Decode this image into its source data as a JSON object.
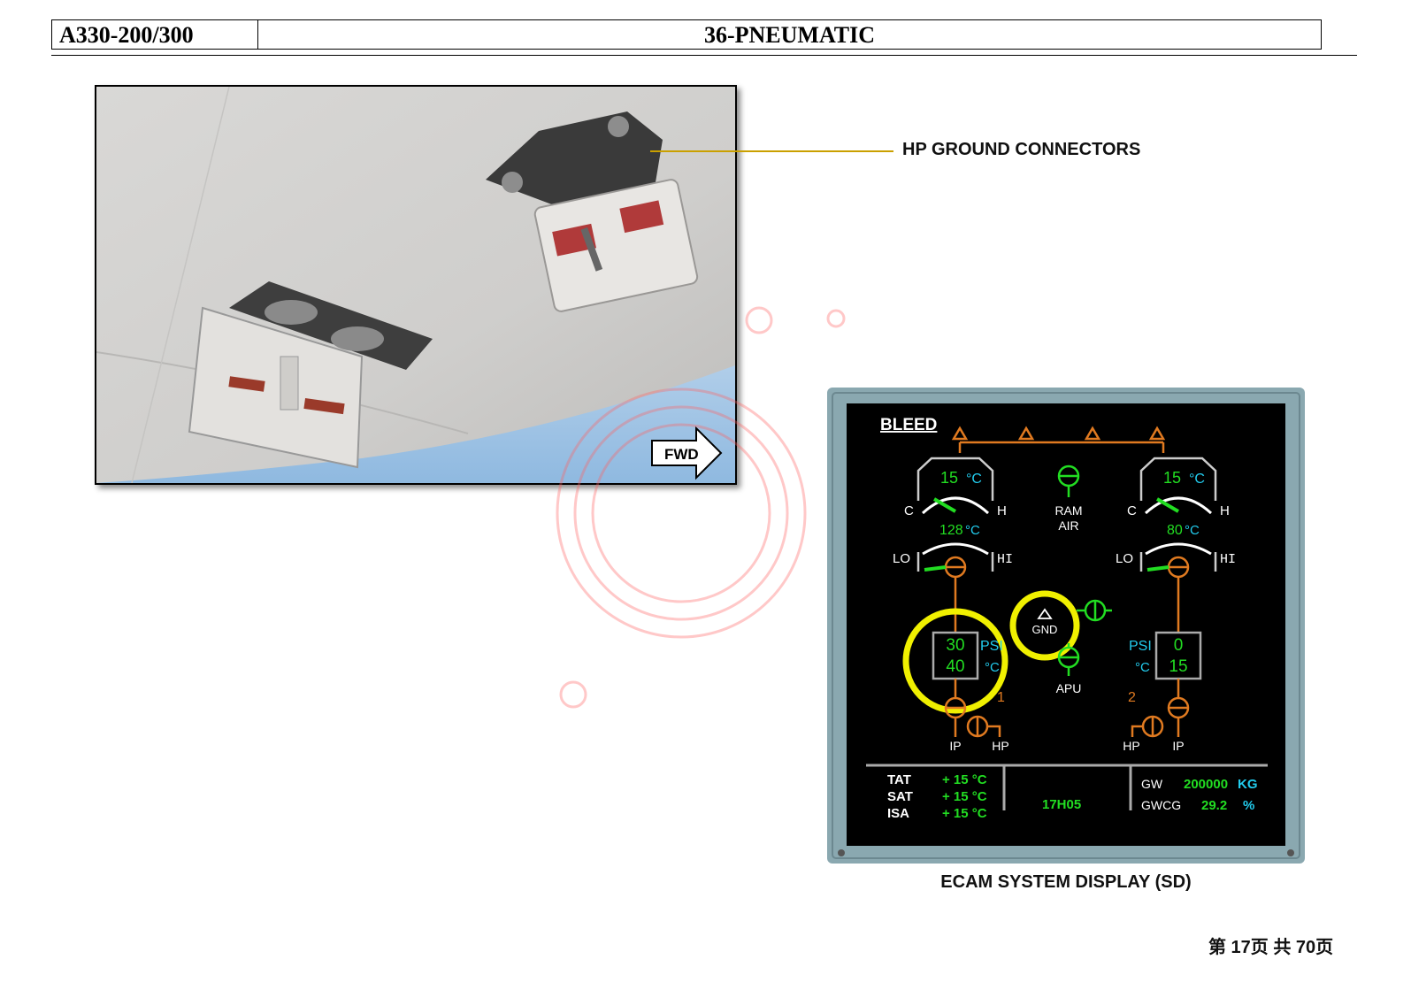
{
  "header": {
    "model": "A330-200/300",
    "chapter": "36-PNEUMATIC"
  },
  "photo": {
    "callout": "HP GROUND CONNECTORS",
    "fwd_label": "FWD"
  },
  "ecam": {
    "caption": "ECAM SYSTEM DISPLAY (SD)",
    "page_title": "BLEED",
    "left_pack": {
      "outlet_temp": "15",
      "outlet_unit": "°C",
      "c_label": "C",
      "h_label": "H",
      "bypass_temp": "128",
      "bypass_unit": "°C",
      "lo_label": "LO",
      "hi_label": "HI"
    },
    "right_pack": {
      "outlet_temp": "15",
      "outlet_unit": "°C",
      "c_label": "C",
      "h_label": "H",
      "bypass_temp": "80",
      "bypass_unit": "°C",
      "lo_label": "LO",
      "hi_label": "HI"
    },
    "ram_air": "RAM",
    "ram_air2": "AIR",
    "gnd_label": "GND",
    "apu_label": "APU",
    "eng1": {
      "pressure": "30",
      "temp": "40",
      "psi": "PSI",
      "degc": "°C",
      "number": "1",
      "ip": "IP",
      "hp": "HP"
    },
    "eng2": {
      "pressure": "0",
      "temp": "15",
      "psi": "PSI",
      "degc": "°C",
      "number": "2",
      "ip": "IP",
      "hp": "HP"
    },
    "footer": {
      "tat_label": "TAT",
      "tat_value": "+ 15 °C",
      "sat_label": "SAT",
      "sat_value": "+ 15 °C",
      "isa_label": "ISA",
      "isa_value": "+ 15 °C",
      "time": "17H05",
      "gw_label": "GW",
      "gw_value": "200000",
      "gw_unit": "KG",
      "gwcg_label": "GWCG",
      "gwcg_value": "29.2",
      "gwcg_unit": "%"
    },
    "colors": {
      "green": "#22dd22",
      "cyan": "#22ccee",
      "amber": "#e07a20",
      "yellow": "#f0f000",
      "white": "#ffffff",
      "bezel": "#8aa8b0",
      "screen": "#000000"
    }
  },
  "page_number": "第 17页  共 70页"
}
